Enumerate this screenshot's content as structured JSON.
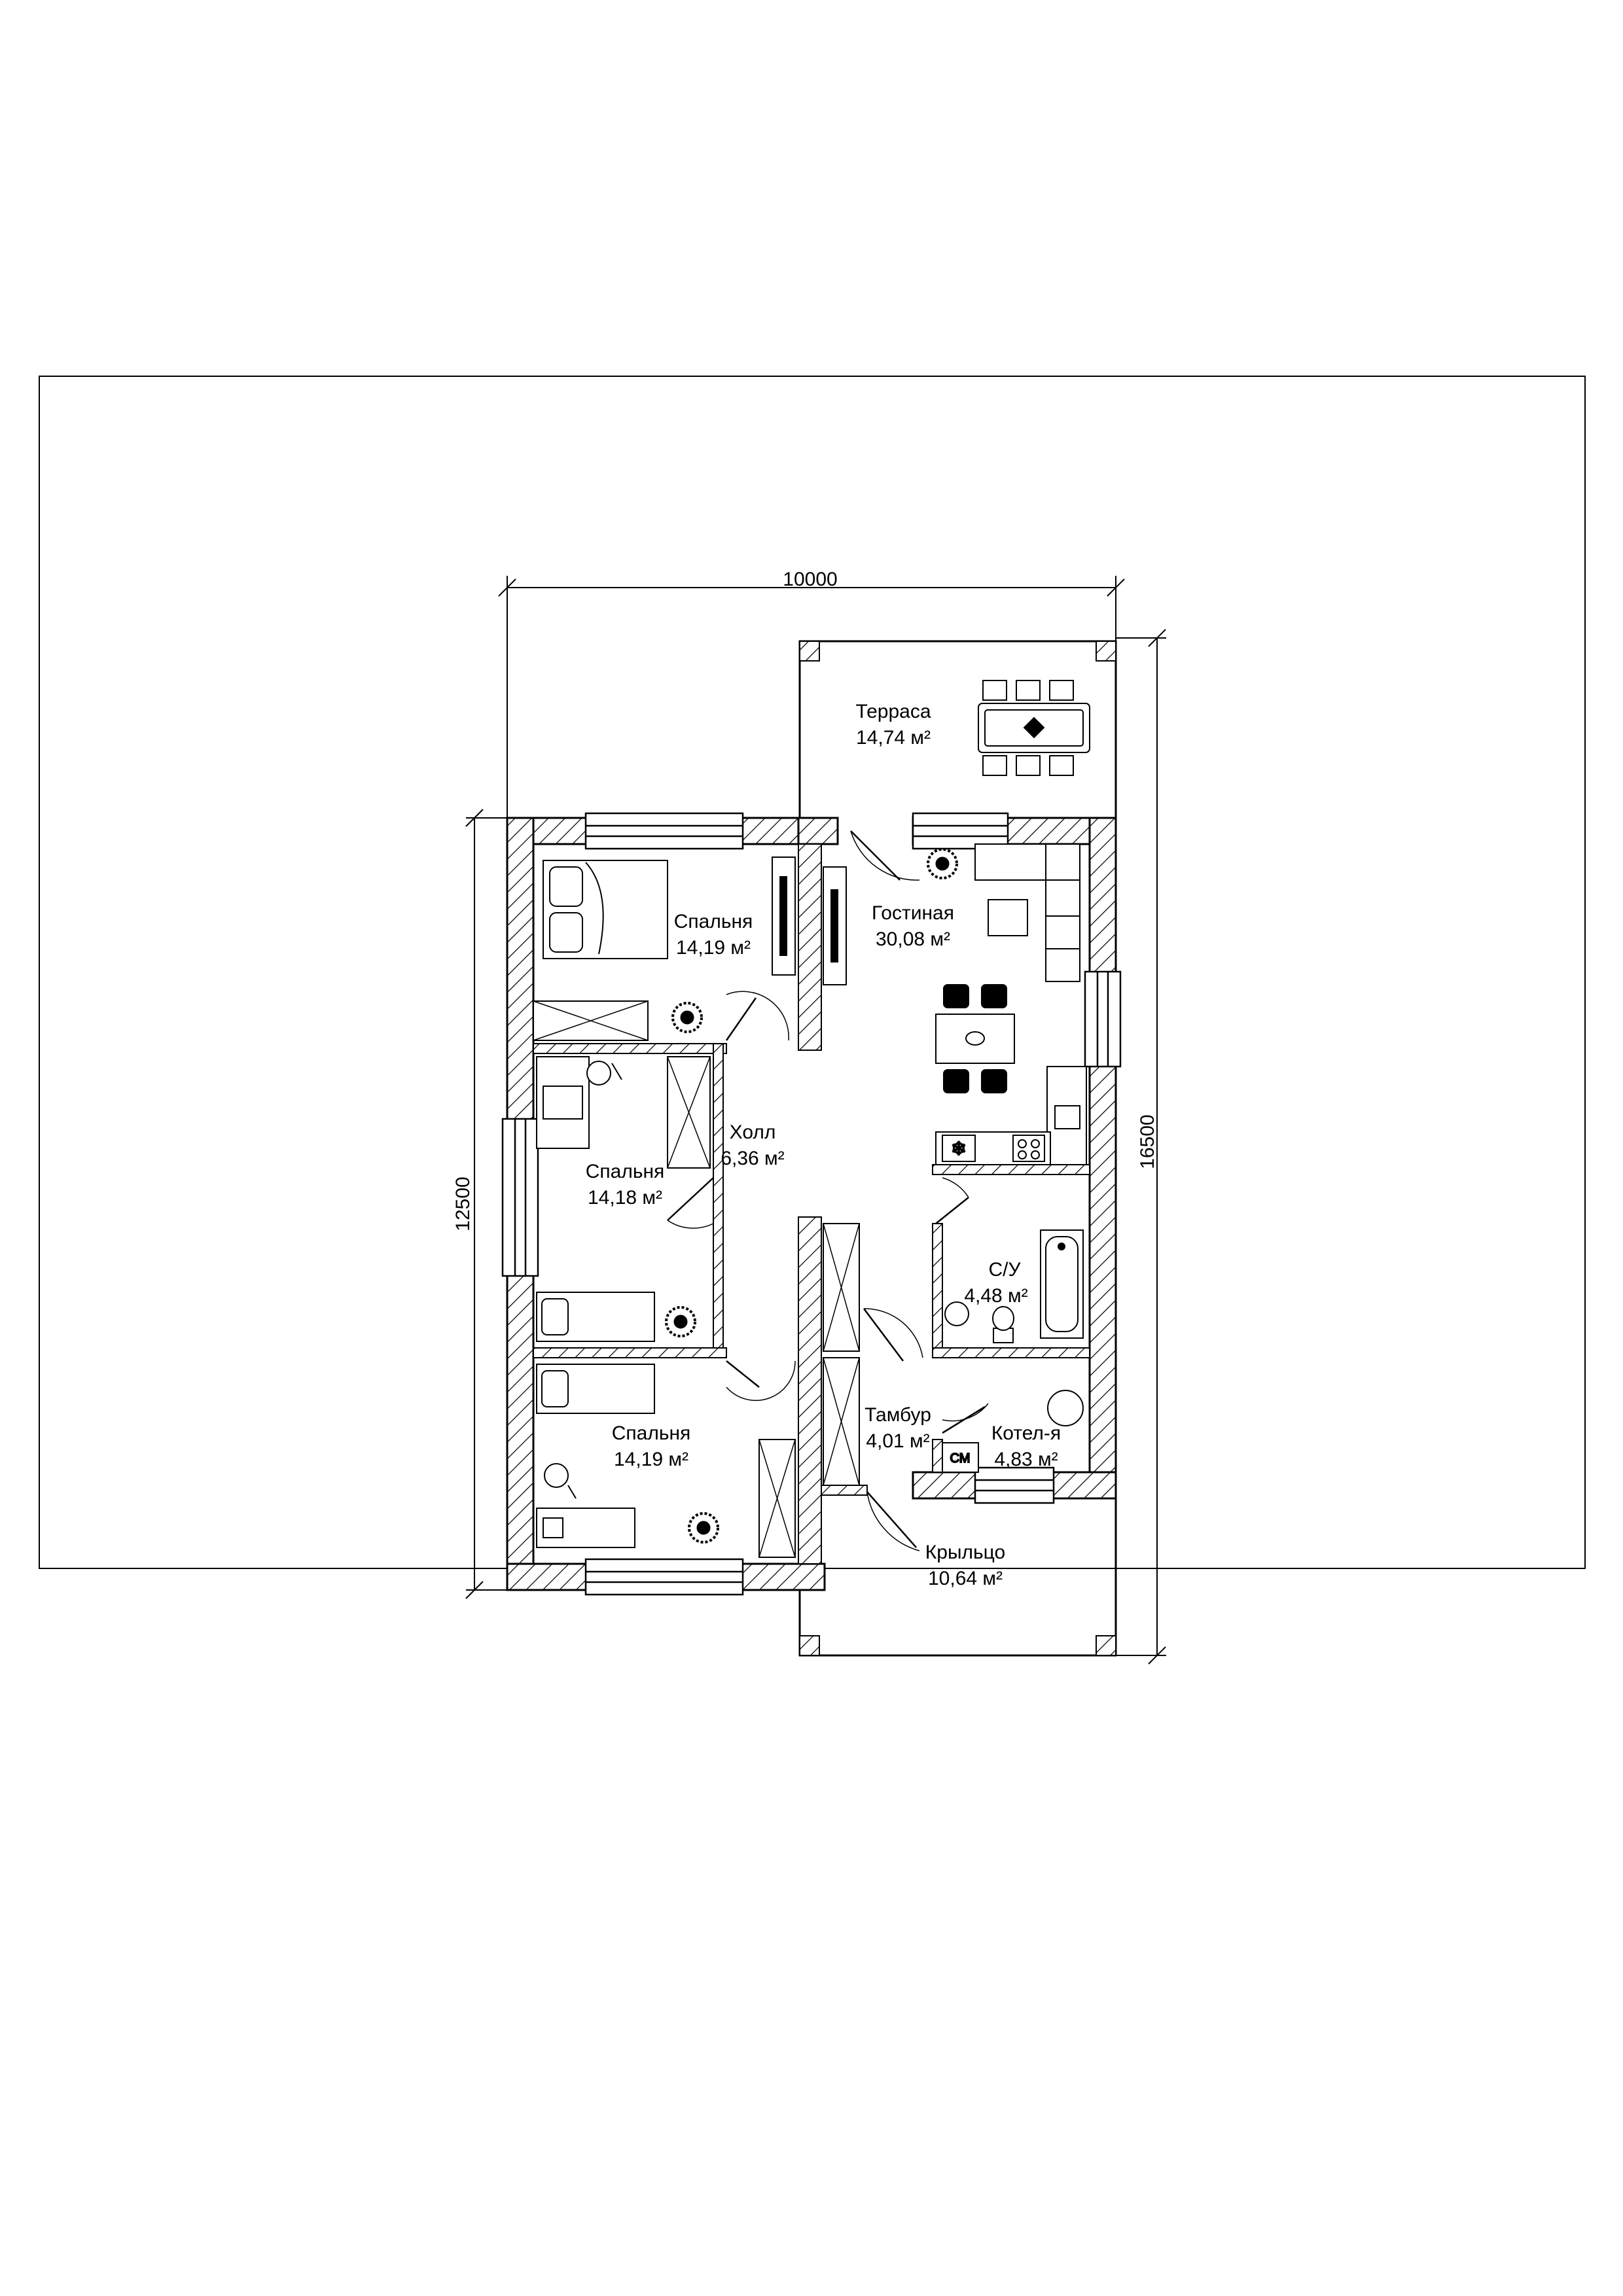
{
  "dimensions": {
    "top": "10000",
    "left": "12500",
    "right": "16500"
  },
  "rooms": {
    "terrace": {
      "name": "Терраса",
      "area": "14,74 м²"
    },
    "living": {
      "name": "Гостиная",
      "area": "30,08 м²"
    },
    "bedroom1": {
      "name": "Спальня",
      "area": "14,19 м²"
    },
    "bedroom2": {
      "name": "Спальня",
      "area": "14,18 м²"
    },
    "bedroom3": {
      "name": "Спальня",
      "area": "14,19 м²"
    },
    "hall": {
      "name": "Холл",
      "area": "6,36 м²"
    },
    "bathroom": {
      "name": "С/У",
      "area": "4,48 м²"
    },
    "vestibule": {
      "name": "Тамбур",
      "area": "4,01 м²"
    },
    "boiler": {
      "name": "Котел-я",
      "area": "4,83 м²"
    },
    "porch": {
      "name": "Крыльцо",
      "area": "10,64 м²"
    }
  },
  "labels": {
    "washing_machine": "СМ"
  },
  "colors": {
    "line": "#000000",
    "background": "#ffffff"
  }
}
